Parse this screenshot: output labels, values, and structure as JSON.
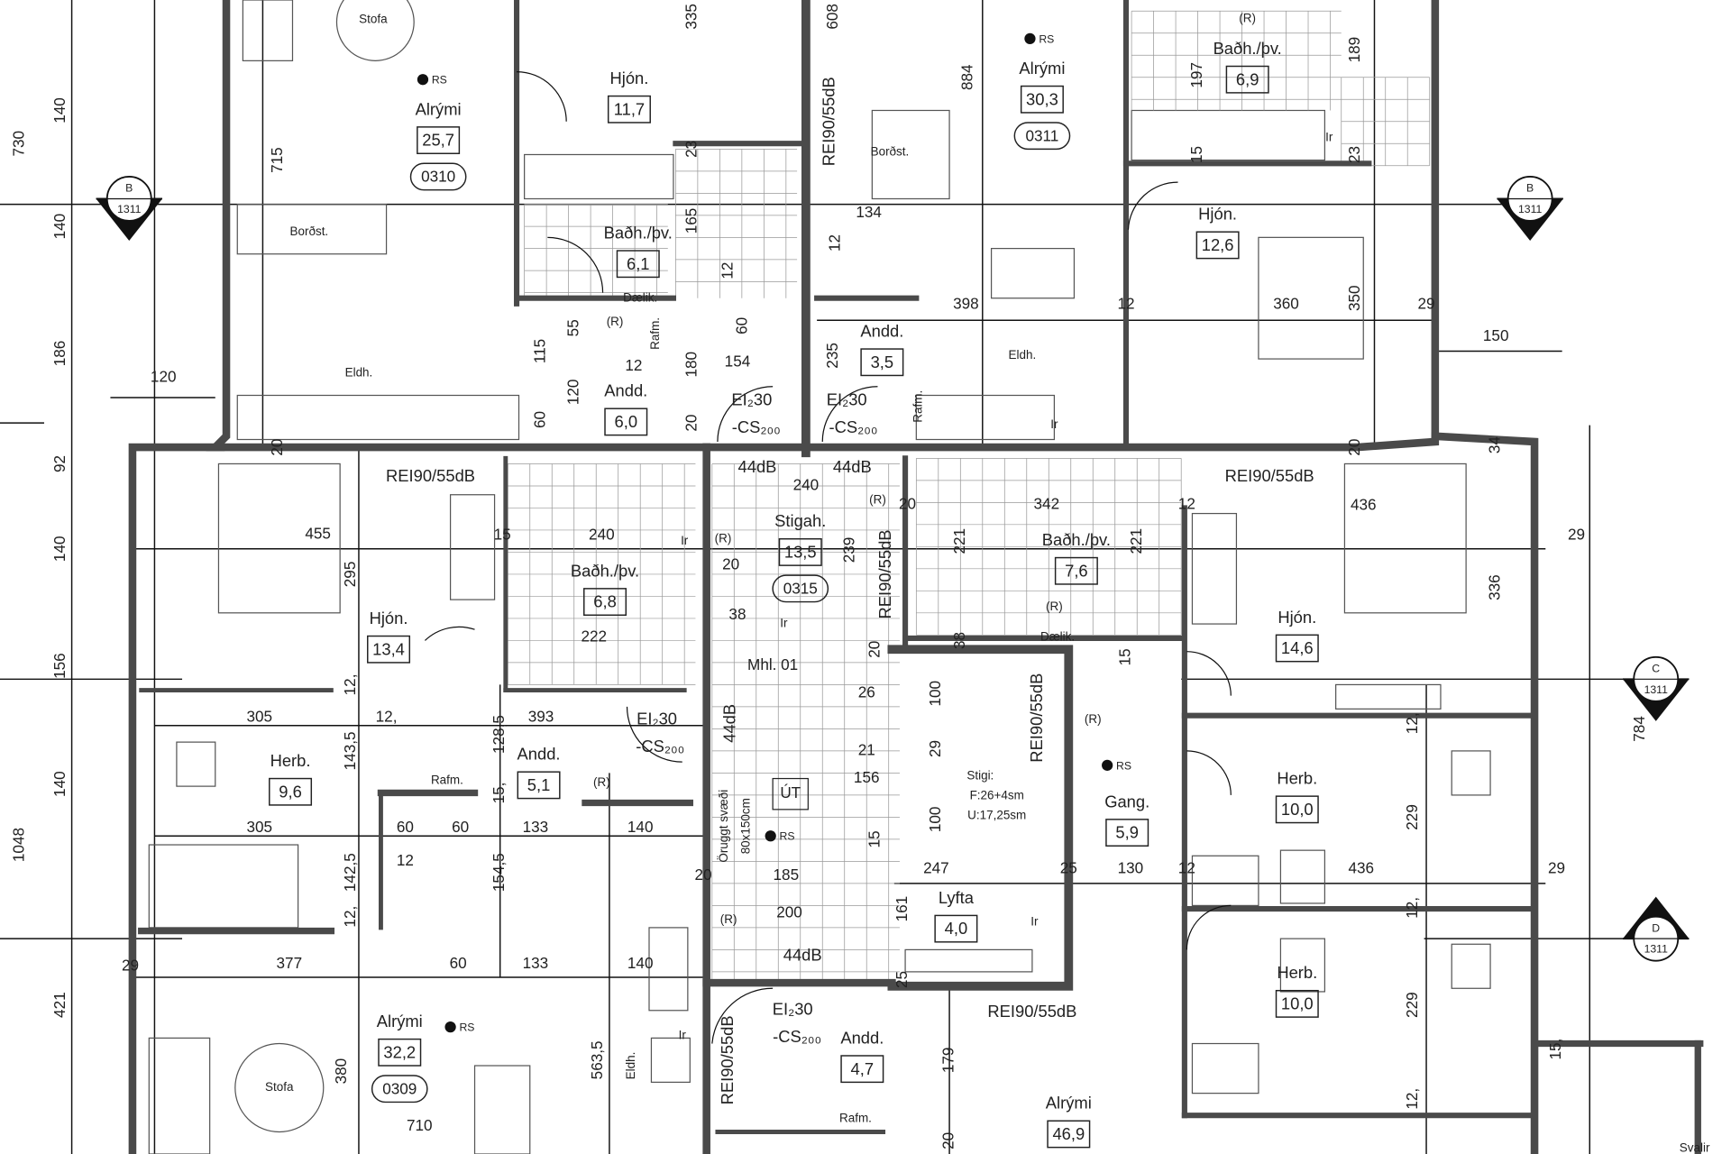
{
  "title": "Floor plan – apartments 0309, 0310, 0311, 0315",
  "rooms": [
    {
      "name": "Alrými",
      "area": "25,7",
      "code": "0310"
    },
    {
      "name": "Hjón.",
      "area": "11,7"
    },
    {
      "name": "Baðh./þv.",
      "area": "6,1"
    },
    {
      "name": "Andd.",
      "area": "6,0"
    },
    {
      "name": "Alrými",
      "area": "30,3",
      "code": "0311"
    },
    {
      "name": "Baðh./þv.",
      "area": "6,9"
    },
    {
      "name": "Hjón.",
      "area": "12,6"
    },
    {
      "name": "Andd.",
      "area": "3,5"
    },
    {
      "name": "Hjón.",
      "area": "13,4"
    },
    {
      "name": "Baðh./þv.",
      "area": "6,8"
    },
    {
      "name": "Stigah.",
      "area": "13,5",
      "code": "0315"
    },
    {
      "name": "Baðh./þv.",
      "area": "7,6"
    },
    {
      "name": "Hjón.",
      "area": "14,6"
    },
    {
      "name": "Herb.",
      "area": "9,6"
    },
    {
      "name": "Andd.",
      "area": "5,1"
    },
    {
      "name": "Gang.",
      "area": "5,9"
    },
    {
      "name": "Herb.",
      "area": "10,0"
    },
    {
      "name": "Lyfta",
      "area": "4,0"
    },
    {
      "name": "Herb.",
      "area": "10,0"
    },
    {
      "name": "Alrými",
      "area": "32,2",
      "code": "0309"
    },
    {
      "name": "Andd.",
      "area": "4,7"
    },
    {
      "name": "Alrými",
      "area": "46,9"
    }
  ],
  "furniture_labels": [
    "Stofa",
    "Borðst.",
    "Eldh.",
    "Borðst.",
    "Eldh.",
    "Stofa",
    "Eldh.",
    "Mhl. 01",
    "Rafm.",
    "Rafm.",
    "Rafm.",
    "Rafm.",
    "Svalir",
    "ÚT",
    "Dælik.",
    "Dælik."
  ],
  "tech_labels": [
    "REI90/55dB",
    "REI90/55dB",
    "REI90/55dB",
    "REI90/55dB",
    "REI90/55dB",
    "REI90/55dB",
    "REI90/55dB",
    "44dB",
    "44dB",
    "44dB",
    "44dB",
    "EI₂30",
    "-CS₂₀₀",
    "EI₂30",
    "-CS₂₀₀",
    "EI₂30",
    "-CS₂₀₀",
    "EI₂30",
    "-CS₂₀₀",
    "Stigi:",
    "F:26+4sm",
    "U:17,25sm",
    "Öruggt svæði",
    "80x150cm",
    "(R)",
    "(R)",
    "(R)",
    "(R)",
    "(R)",
    "(R)",
    "(R)",
    "(R)",
    "Ir",
    "Ir",
    "Ir",
    "Ir",
    "Ir",
    "Ir"
  ],
  "rs_label": "RS",
  "dimensions": [
    "730",
    "140",
    "140",
    "186",
    "92",
    "140",
    "156",
    "140",
    "1048",
    "421",
    "715",
    "120",
    "20",
    "455",
    "295",
    "305",
    "305",
    "143,5",
    "142,5",
    "12,",
    "12,",
    "12,",
    "128,5",
    "154,5",
    "15,",
    "393",
    "133",
    "140",
    "29",
    "377",
    "60",
    "133",
    "140",
    "563,5",
    "380",
    "710",
    "60",
    "60",
    "12",
    "335",
    "23",
    "165",
    "115",
    "55",
    "120",
    "60",
    "12",
    "154",
    "180",
    "20",
    "12",
    "60",
    "240",
    "15",
    "222",
    "240",
    "239",
    "20",
    "38",
    "20",
    "26",
    "21",
    "156",
    "100",
    "29",
    "100",
    "15",
    "185",
    "200",
    "20",
    "247",
    "161",
    "25",
    "179",
    "20",
    "608",
    "884",
    "134",
    "12",
    "398",
    "235",
    "197",
    "189",
    "15",
    "23",
    "12",
    "360",
    "350",
    "29",
    "150",
    "20",
    "34",
    "20",
    "342",
    "12",
    "221",
    "221",
    "38",
    "15",
    "436",
    "336",
    "29",
    "12,",
    "229",
    "436",
    "12",
    "130",
    "25",
    "29",
    "12,",
    "229",
    "12,",
    "15,",
    "784"
  ],
  "section_markers": [
    {
      "letter": "B",
      "sheet": "1311"
    },
    {
      "letter": "B",
      "sheet": "1311"
    },
    {
      "letter": "C",
      "sheet": "1311"
    },
    {
      "letter": "D",
      "sheet": "1311"
    }
  ]
}
